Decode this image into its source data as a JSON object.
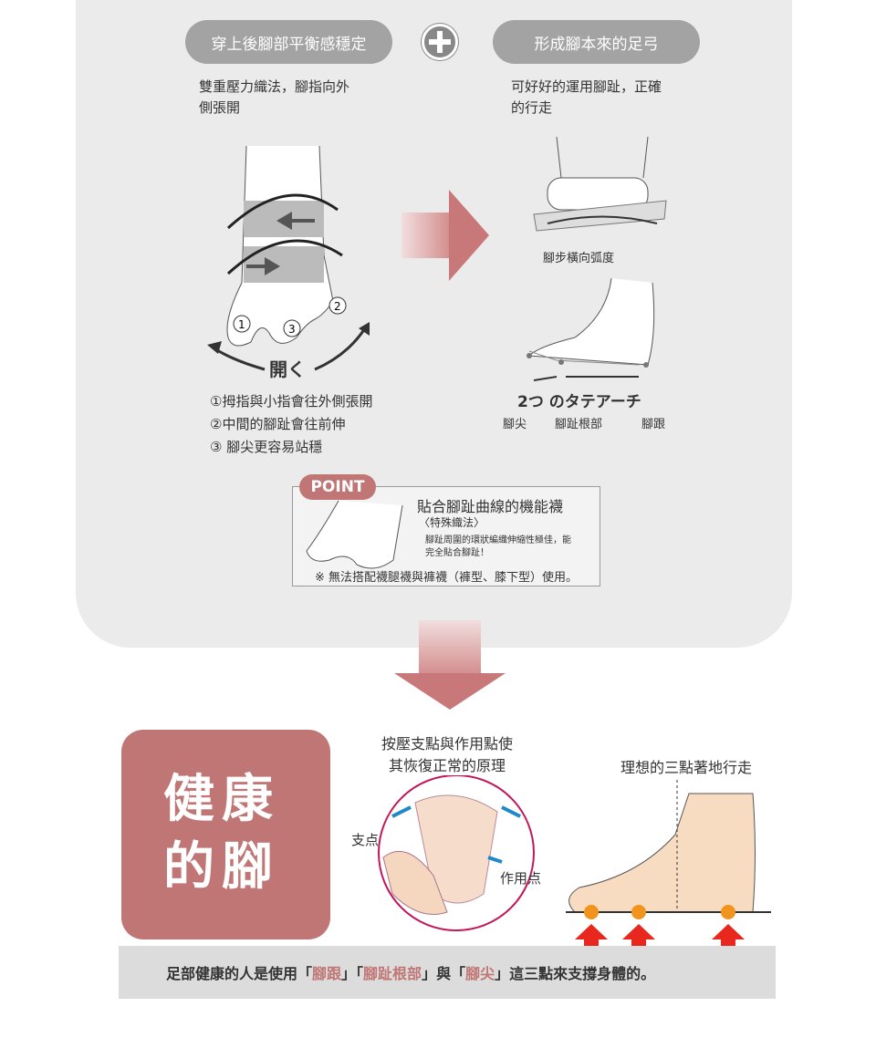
{
  "top": {
    "left_pill": "穿上後腳部平衡感穩定",
    "right_pill": "形成腳本來的足弓",
    "left_desc": [
      "雙重壓力織法，腳指向外",
      "側張開"
    ],
    "right_desc": [
      "可好好的運用腳趾，正確",
      "的行走"
    ],
    "open_label": "開く",
    "numbers": [
      "1",
      "3",
      "2"
    ],
    "points": [
      "①拇指與小指會往外側張開",
      "②中間的腳趾會往前伸",
      "③ 腳尖更容易站穩"
    ],
    "arc_label": "腳步橫向弧度",
    "arch_title": "2つ のタテアーチ",
    "arch_parts": [
      "腳尖",
      "腳趾根部",
      "腳跟"
    ]
  },
  "point": {
    "tag": "POINT",
    "title": "貼合腳趾曲線的機能襪",
    "subtitle": "〈特殊織法〉",
    "desc": [
      "腳趾周圍的環狀編織伸縮性極佳，能",
      "完全貼合腳趾！"
    ],
    "note": "※ 無法搭配襪腿襪與褲襪（褲型、膝下型）使用。"
  },
  "bottom": {
    "health_title": [
      "健康",
      "的腳"
    ],
    "massage_title": [
      "按壓支點與作用點使",
      "其恢復正常的原理"
    ],
    "fulcrum": "支点",
    "action": "作用点",
    "ideal_title": "理想的三點著地行走",
    "summary": {
      "a": "足部健康的人是使用「",
      "b": "腳跟",
      "c": "」「",
      "d": "腳趾根部",
      "e": "」與「",
      "f": "腳尖",
      "g": "」這三點來支撐身體的。"
    }
  },
  "colors": {
    "accent": "#c07674",
    "pill": "#a3a3a3",
    "panel": "#ebebeb",
    "arrow": "#e8281e",
    "dot": "#f0941e"
  }
}
